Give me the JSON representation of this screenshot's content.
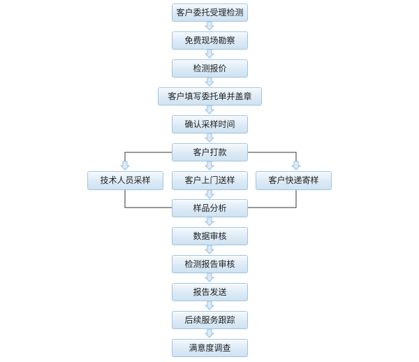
{
  "steps": {
    "s1": "客户委托受理检测",
    "s2": "免费现场勘察",
    "s3": "检测报价",
    "s4": "客户填写委托单并盖章",
    "s5": "确认采样时间",
    "s6": "客户打款",
    "s7_left": "技术人员采样",
    "s7_mid": "客户上门送样",
    "s7_right": "客户快递寄样",
    "s8": "样品分析",
    "s9": "数据审核",
    "s10": "检测报告审核",
    "s11": "报告发送",
    "s12": "后续服务跟踪",
    "s13": "满意度调查"
  },
  "colors": {
    "line": "#333333",
    "arrow_fill": "#dcebf7",
    "arrow_stroke": "#9cbfdc",
    "box_border": "#9fc3df"
  }
}
